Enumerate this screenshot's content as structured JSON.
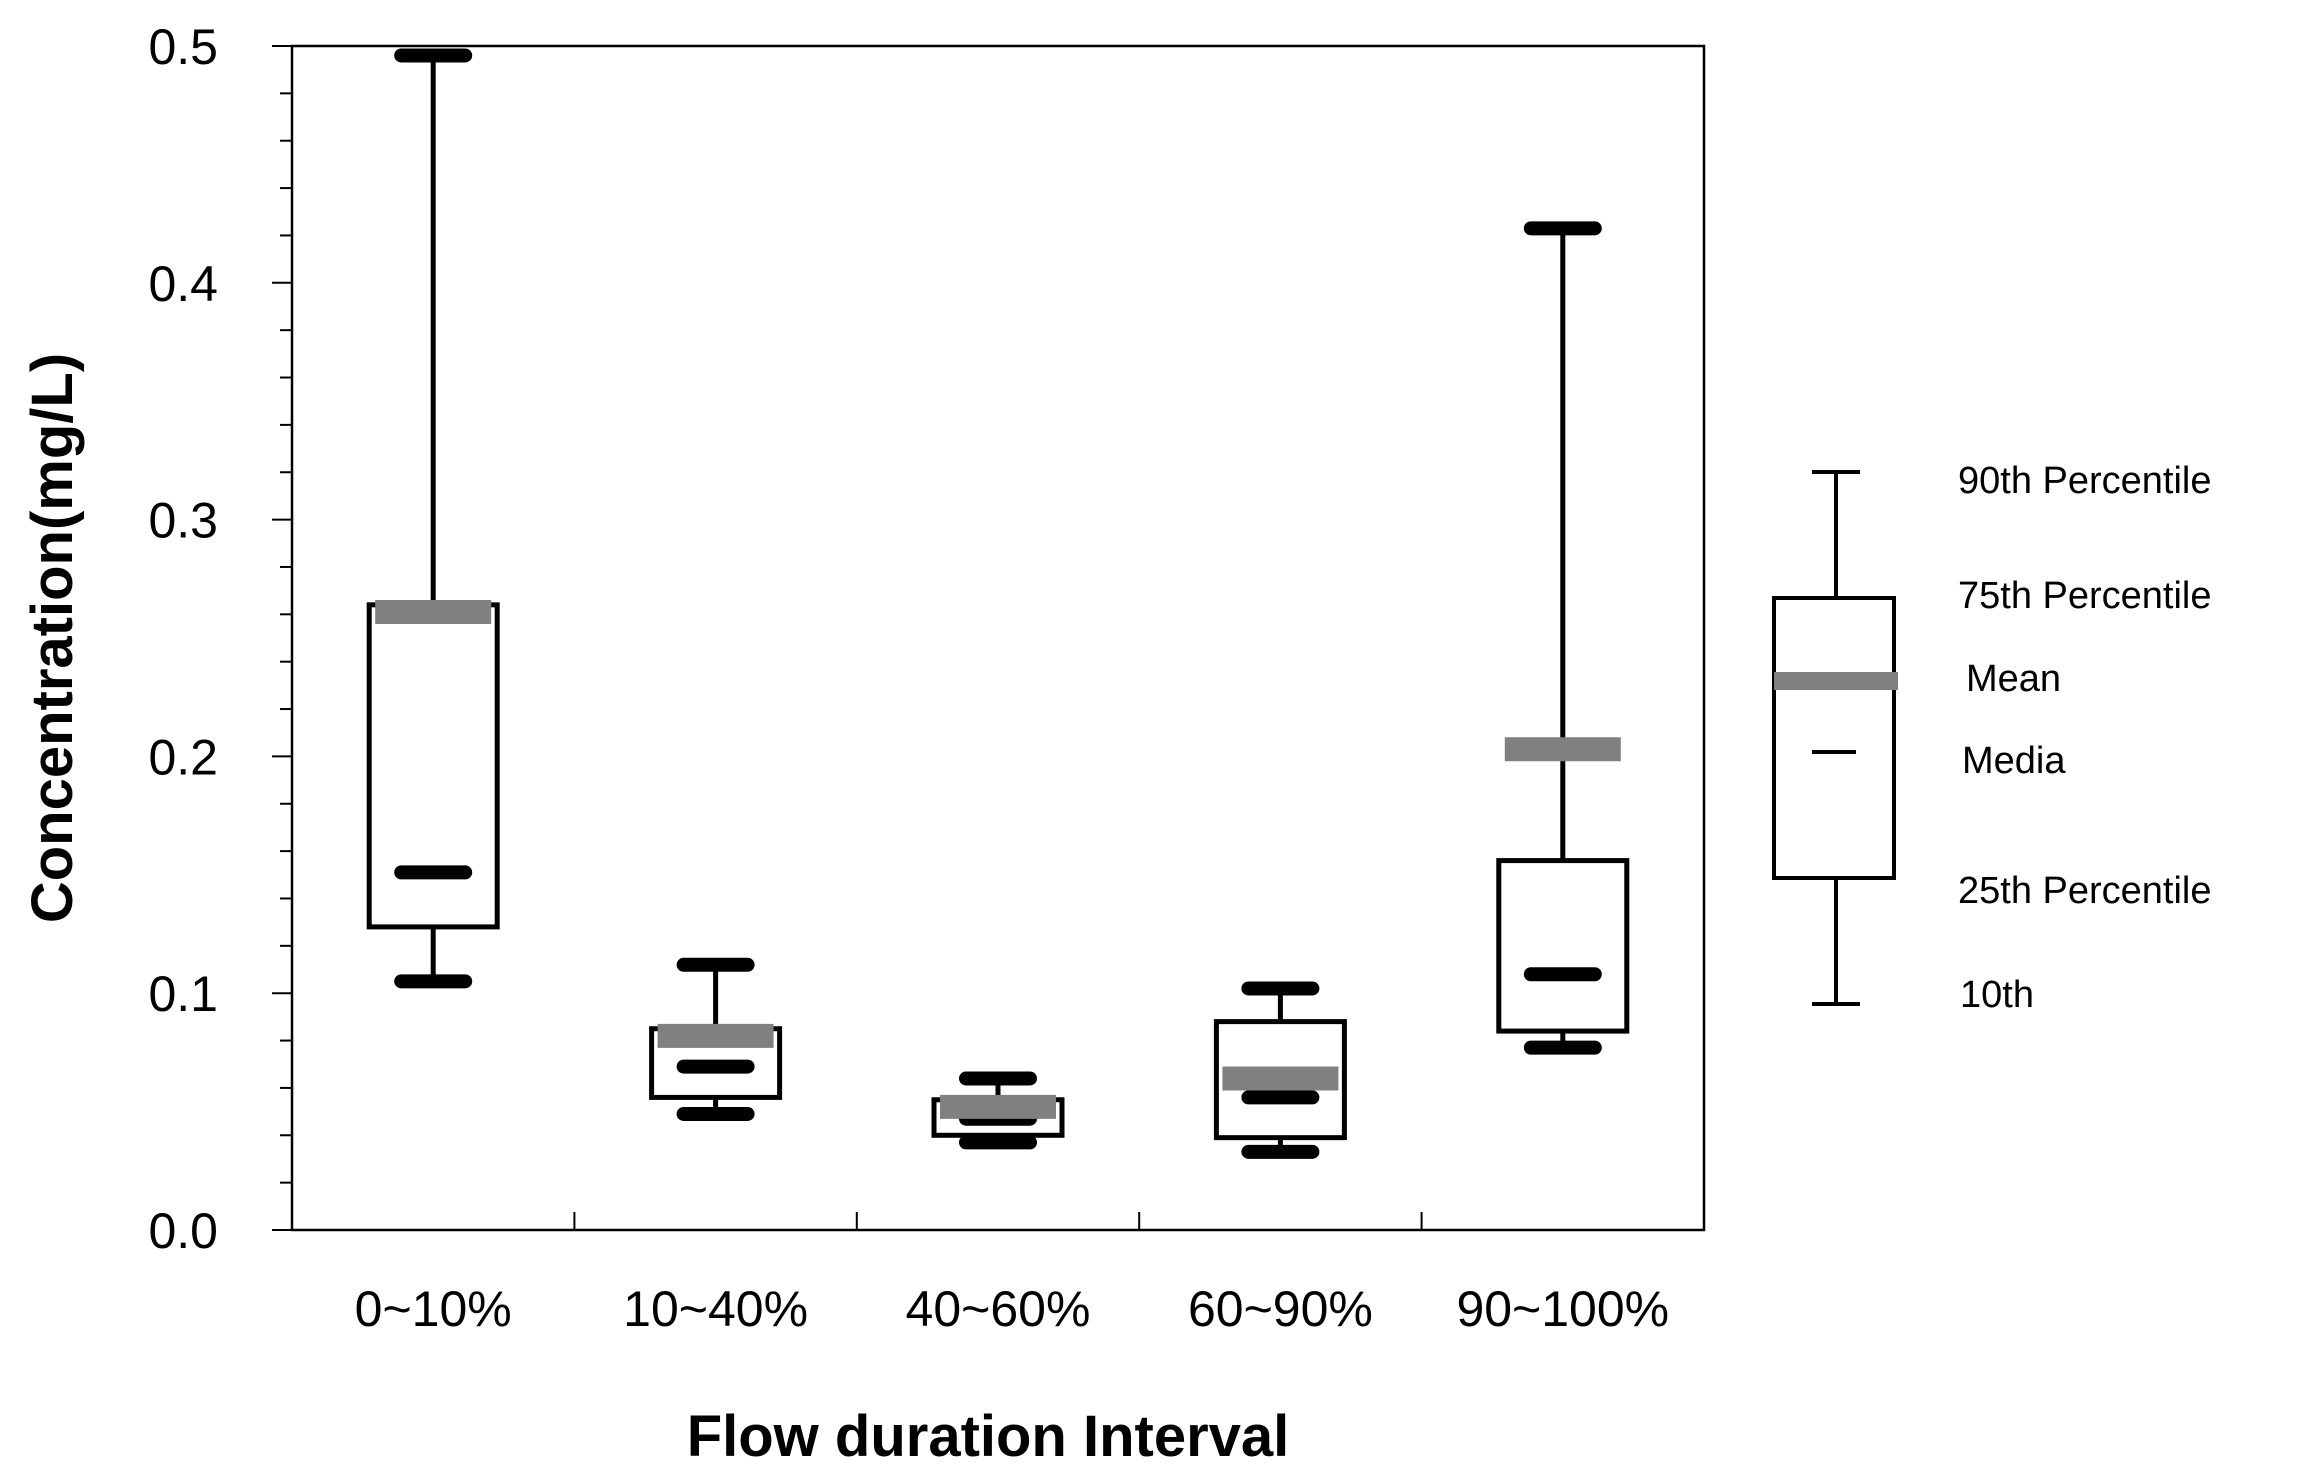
{
  "chart_data": {
    "type": "box",
    "xlabel": "Flow duration Interval",
    "ylabel": "Concentration(mg/L)",
    "ylim": [
      0,
      0.5
    ],
    "yticks": [
      "0.0",
      "0.1",
      "0.2",
      "0.3",
      "0.4",
      "0.5"
    ],
    "categories": [
      "0~10%",
      "10~40%",
      "40~60%",
      "60~90%",
      "90~100%"
    ],
    "boxes": [
      {
        "p10": 0.105,
        "p25": 0.128,
        "median": 0.151,
        "mean": 0.261,
        "p75": 0.264,
        "p90": 0.496
      },
      {
        "p10": 0.049,
        "p25": 0.056,
        "median": 0.069,
        "mean": 0.082,
        "p75": 0.085,
        "p90": 0.112
      },
      {
        "p10": 0.037,
        "p25": 0.04,
        "median": 0.047,
        "mean": 0.052,
        "p75": 0.055,
        "p90": 0.064
      },
      {
        "p10": 0.033,
        "p25": 0.039,
        "median": 0.056,
        "mean": 0.064,
        "p75": 0.088,
        "p90": 0.102
      },
      {
        "p10": 0.077,
        "p25": 0.084,
        "median": 0.108,
        "mean": 0.203,
        "p75": 0.156,
        "p90": 0.423
      }
    ],
    "grid": false,
    "legend": {
      "position": "right",
      "labels": {
        "p90": "90th Percentile",
        "p75": "75th Percentile",
        "mean": "Mean",
        "median": "Media",
        "p25": "25th Percentile",
        "p10": "10th"
      }
    },
    "colors": {
      "mean": "#808080",
      "median": "#000000",
      "box": "#000000"
    }
  }
}
